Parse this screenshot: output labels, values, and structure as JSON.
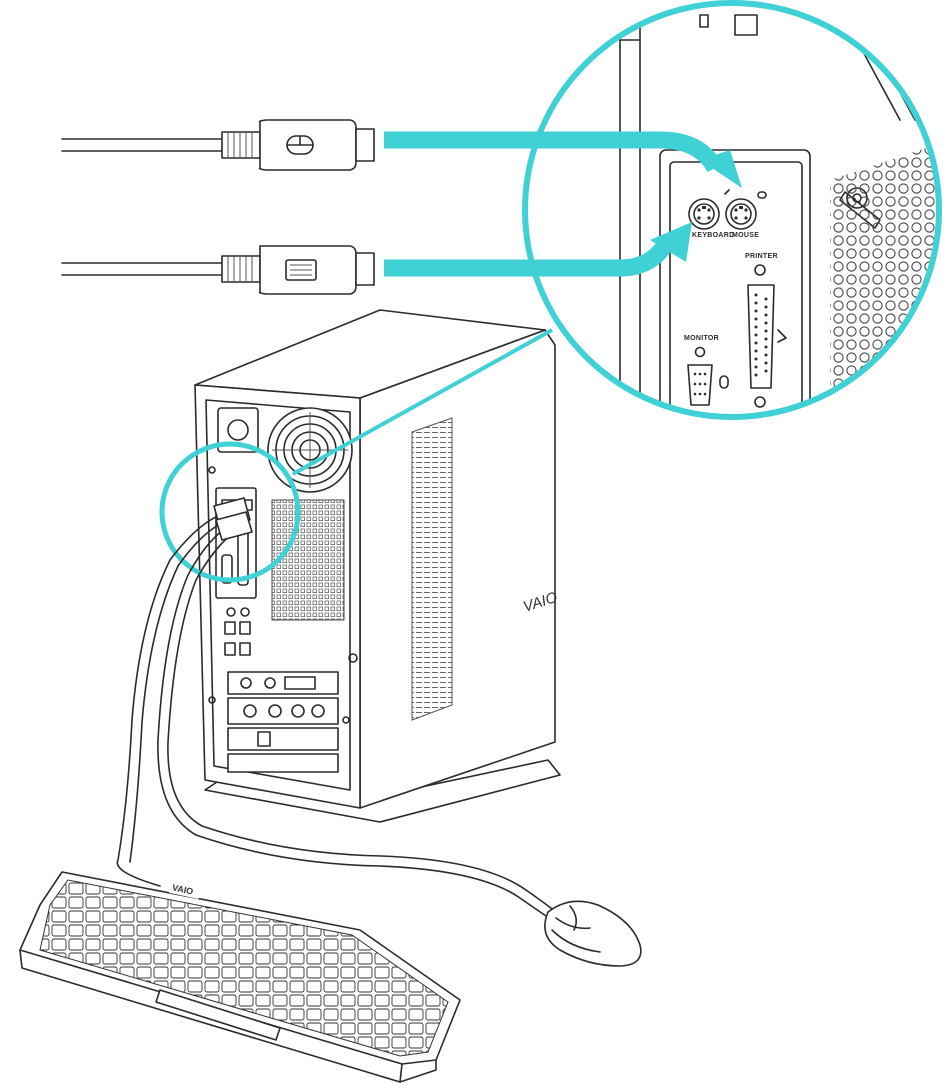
{
  "diagram": {
    "ports": {
      "keyboard_label": "KEYBOARD",
      "mouse_label": "MOUSE",
      "printer_label": "PRINTER",
      "monitor_label": "MONITOR"
    },
    "brand": {
      "case_logo": "VAIO",
      "keyboard_logo": "VAIO"
    },
    "colors": {
      "accent": "#3fd1d6",
      "line": "#2b2b2b",
      "background": "#ffffff"
    },
    "icons": [
      "mouse-plug-icon",
      "keyboard-plug-icon"
    ]
  }
}
